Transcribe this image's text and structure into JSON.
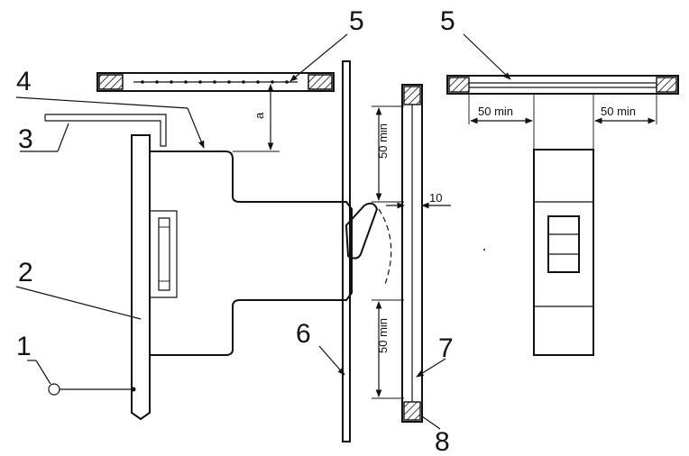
{
  "callouts": {
    "c1": "1",
    "c2": "2",
    "c3": "3",
    "c4": "4",
    "c5_left": "5",
    "c5_right": "5",
    "c6": "6",
    "c7": "7",
    "c8": "8"
  },
  "dimensions": {
    "a": "a",
    "fifty_min_upper": "50 min",
    "fifty_min_lower": "50 min",
    "ten": "10",
    "fifty_min_right_left": "50 min",
    "fifty_min_right_right": "50 min"
  }
}
